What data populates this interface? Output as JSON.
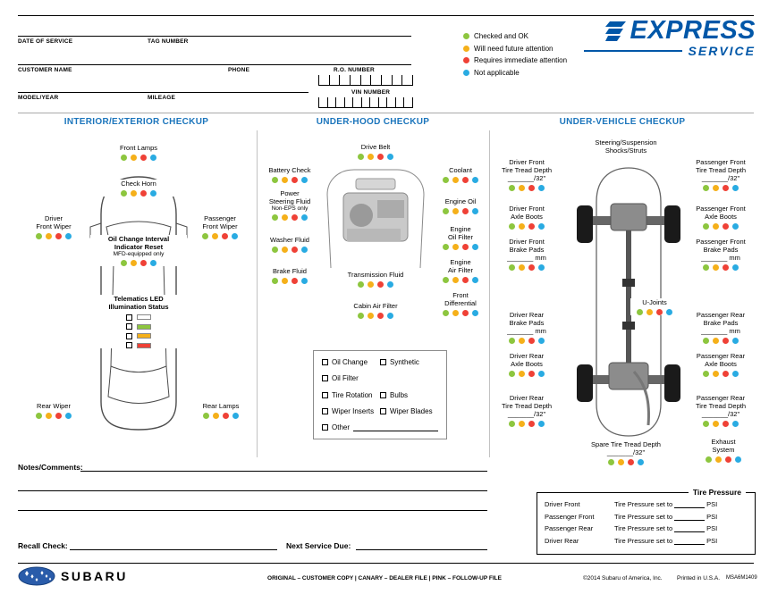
{
  "colors": {
    "green": "#8DC63F",
    "yellow": "#F5B01A",
    "red": "#EF4136",
    "blue": "#29ABE2",
    "brand_blue": "#0057A8",
    "title_blue": "#1B75BC"
  },
  "legend": {
    "items": [
      {
        "color": "green",
        "label": "Checked and OK"
      },
      {
        "color": "yellow",
        "label": "Will need future attention"
      },
      {
        "color": "red",
        "label": "Requires immediate attention"
      },
      {
        "color": "blue",
        "label": "Not applicable"
      }
    ]
  },
  "logo": {
    "express": "EXPRESS",
    "service": "SERVICE"
  },
  "brand": {
    "name": "SUBARU"
  },
  "form": {
    "date_of_service": "DATE OF SERVICE",
    "tag_number": "TAG NUMBER",
    "customer_name": "CUSTOMER NAME",
    "phone": "PHONE",
    "ro_number": "R.O. NUMBER",
    "model_year": "MODEL/YEAR",
    "mileage": "MILEAGE",
    "vin_number": "VIN NUMBER"
  },
  "sections": {
    "interior": {
      "title": "INTERIOR/EXTERIOR CHECKUP",
      "items": {
        "front_lamps": "Front Lamps",
        "check_horn": "Check Horn",
        "driver_front_wiper": "Driver\nFront Wiper",
        "passenger_front_wiper": "Passenger\nFront Wiper",
        "oil_change_interval": "Oil Change Interval\nIndicator Reset",
        "oil_change_interval_sub": "MFD-equipped only",
        "telematics": "Telematics LED\nIllumination Status",
        "rear_wiper": "Rear Wiper",
        "rear_lamps": "Rear Lamps"
      }
    },
    "underhood": {
      "title": "UNDER-HOOD CHECKUP",
      "items": {
        "drive_belt": "Drive Belt",
        "battery_check": "Battery Check",
        "coolant": "Coolant",
        "power_steering": "Power\nSteering Fluid",
        "power_steering_sub": "Non-EPS only",
        "engine_oil": "Engine Oil",
        "washer_fluid": "Washer Fluid",
        "engine_oil_filter": "Engine\nOil Filter",
        "brake_fluid": "Brake Fluid",
        "engine_air_filter": "Engine\nAir Filter",
        "transmission_fluid": "Transmission Fluid",
        "front_differential": "Front\nDifferential",
        "cabin_air_filter": "Cabin Air Filter"
      },
      "service_checkboxes": {
        "oil_change": "Oil Change",
        "synthetic": "Synthetic",
        "oil_filter": "Oil Filter",
        "tire_rotation": "Tire Rotation",
        "bulbs": "Bulbs",
        "wiper_inserts": "Wiper Inserts",
        "wiper_blades": "Wiper Blades",
        "other": "Other"
      }
    },
    "undervehicle": {
      "title": "UNDER-VEHICLE CHECKUP",
      "items": {
        "steering_suspension": "Steering/Suspension\nShocks/Struts",
        "driver_front_tire": "Driver Front\nTire Tread Depth\n_______/32\"",
        "passenger_front_tire": "Passenger Front\nTire Tread Depth\n_______/32\"",
        "driver_front_axle": "Driver Front\nAxle Boots",
        "passenger_front_axle": "Passenger Front\nAxle Boots",
        "driver_front_brake": "Driver Front\nBrake Pads\n_______ mm",
        "passenger_front_brake": "Passenger Front\nBrake Pads\n_______ mm",
        "u_joints": "U-Joints",
        "driver_rear_brake": "Driver Rear\nBrake Pads\n_______ mm",
        "passenger_rear_brake": "Passenger Rear\nBrake Pads\n_______ mm",
        "driver_rear_axle": "Driver Rear\nAxle Boots",
        "passenger_rear_axle": "Passenger Rear\nAxle Boots",
        "driver_rear_tire": "Driver Rear\nTire Tread Depth\n_______/32\"",
        "passenger_rear_tire": "Passenger Rear\nTire Tread Depth\n_______/32\"",
        "spare_tire": "Spare Tire Tread Depth\n_______/32\"",
        "exhaust": "Exhaust\nSystem"
      },
      "tire_pressure": {
        "title": "Tire Pressure",
        "set_label": "Tire Pressure set to",
        "unit": "PSI",
        "positions": [
          "Driver Front",
          "Passenger Front",
          "Passenger Rear",
          "Driver Rear"
        ]
      }
    }
  },
  "bottom": {
    "notes_label": "Notes/Comments:",
    "recall_label": "Recall Check:",
    "next_service_label": "Next Service Due:"
  },
  "footer": {
    "copies": "ORIGINAL – CUSTOMER COPY  |  CANARY – DEALER FILE  |  PINK – FOLLOW-UP FILE",
    "copyright": "©2014 Subaru of America, Inc.",
    "printed": "Printed in U.S.A.",
    "form_code": "MSA6M1409"
  }
}
